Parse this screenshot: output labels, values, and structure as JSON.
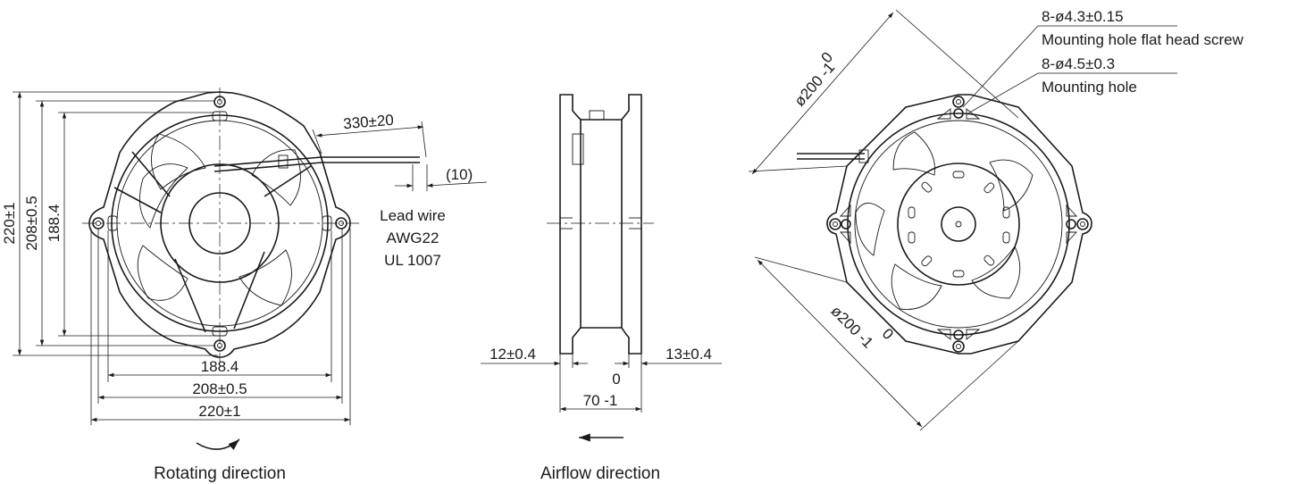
{
  "front_view": {
    "dims": {
      "height_outer": "220±1",
      "height_mid": "208±0.5",
      "height_inner": "188.4",
      "width_inner": "188.4",
      "width_mid": "208±0.5",
      "width_outer": "220±1"
    },
    "lead_length": "330±20",
    "strip_length": "(10)",
    "lead_wire": [
      "Lead wire",
      "AWG22",
      "UL 1007"
    ],
    "caption": "Rotating direction"
  },
  "side_view": {
    "left_dim": "12±0.4",
    "right_dim": "13±0.4",
    "depth_tol": "0",
    "depth": "70 -1",
    "caption": "Airflow direction"
  },
  "rear_view": {
    "diag_upper": "ø200 -1",
    "diag_upper_tol": "0",
    "diag_lower": "ø200 -1",
    "diag_lower_tol": "0",
    "hole_spec_1": "8-ø4.3±0.15",
    "hole_desc_1": "Mounting hole flat head screw",
    "hole_spec_2": "8-ø4.5±0.3",
    "hole_desc_2": "Mounting hole"
  }
}
